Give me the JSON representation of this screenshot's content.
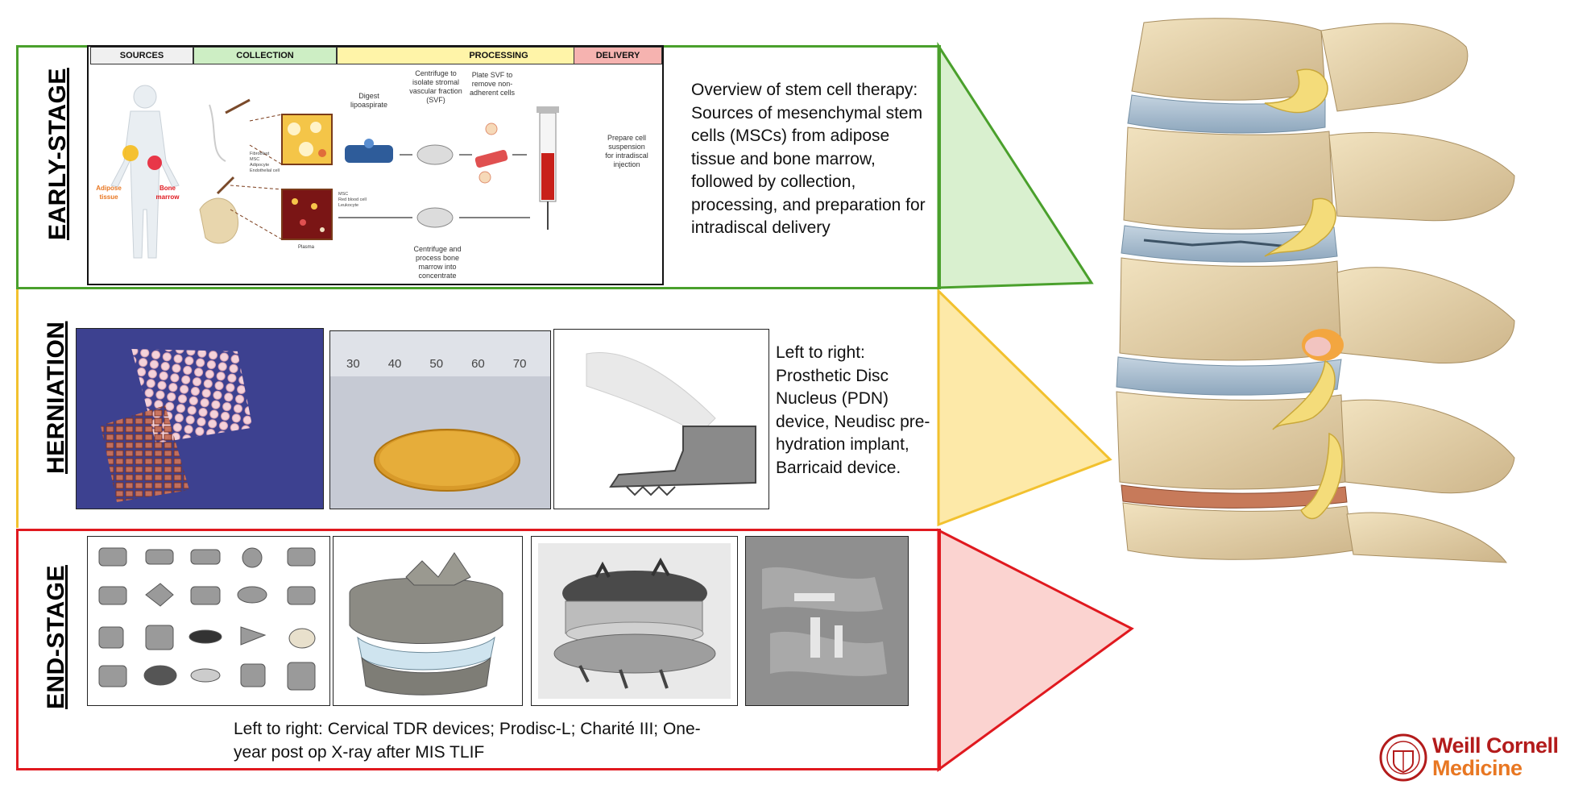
{
  "stages": {
    "early": {
      "label": "EARLY-STAGE",
      "color": "#4aa02c",
      "fill": "#d9f0cf",
      "description": "Overview of stem cell therapy: Sources of mesenchymal stem cells (MSCs) from adipose tissue and bone marrow, followed by collection, processing, and preparation for intradiscal delivery"
    },
    "herniation": {
      "label": "HERNIATION",
      "color": "#f2c12e",
      "fill": "#fde9a8",
      "description": "Left to right: Prosthetic Disc Nucleus (PDN) device, Neudisc pre-hydration implant, Barricaid device."
    },
    "end": {
      "label": "END-STAGE",
      "color": "#e0191f",
      "fill": "#fbd3d0",
      "description": "Left to right: Cervical TDR devices; Prodisc-L; Charité III; One-year post op X-ray after MIS TLIF"
    }
  },
  "workflow": {
    "headers": {
      "sources": "SOURCES",
      "collection": "COLLECTION",
      "processing": "PROCESSING",
      "delivery": "DELIVERY"
    },
    "labels": {
      "adipose": "Adipose tissue",
      "bone_marrow": "Bone marrow",
      "digest": "Digest lipoaspirate",
      "centrifuge_svf": "Centrifuge to isolate stromal vascular fraction (SVF)",
      "plate_svf": "Plate SVF to remove non-adherent cells",
      "prepare": "Prepare cell suspension for intradiscal injection",
      "centrifuge_bm": "Centrifuge and process bone marrow into concentrate",
      "plasma": "Plasma",
      "adipose_legend": [
        "Fibroblast",
        "MSC",
        "Adipocyte",
        "Endothelial cell"
      ],
      "marrow_legend": [
        "MSC",
        "Red blood cell",
        "Leukocyte"
      ]
    }
  },
  "ruler_ticks": [
    "30",
    "40",
    "50",
    "60",
    "70"
  ],
  "logo": {
    "line1": "Weill Cornell",
    "line2": "Medicine"
  }
}
